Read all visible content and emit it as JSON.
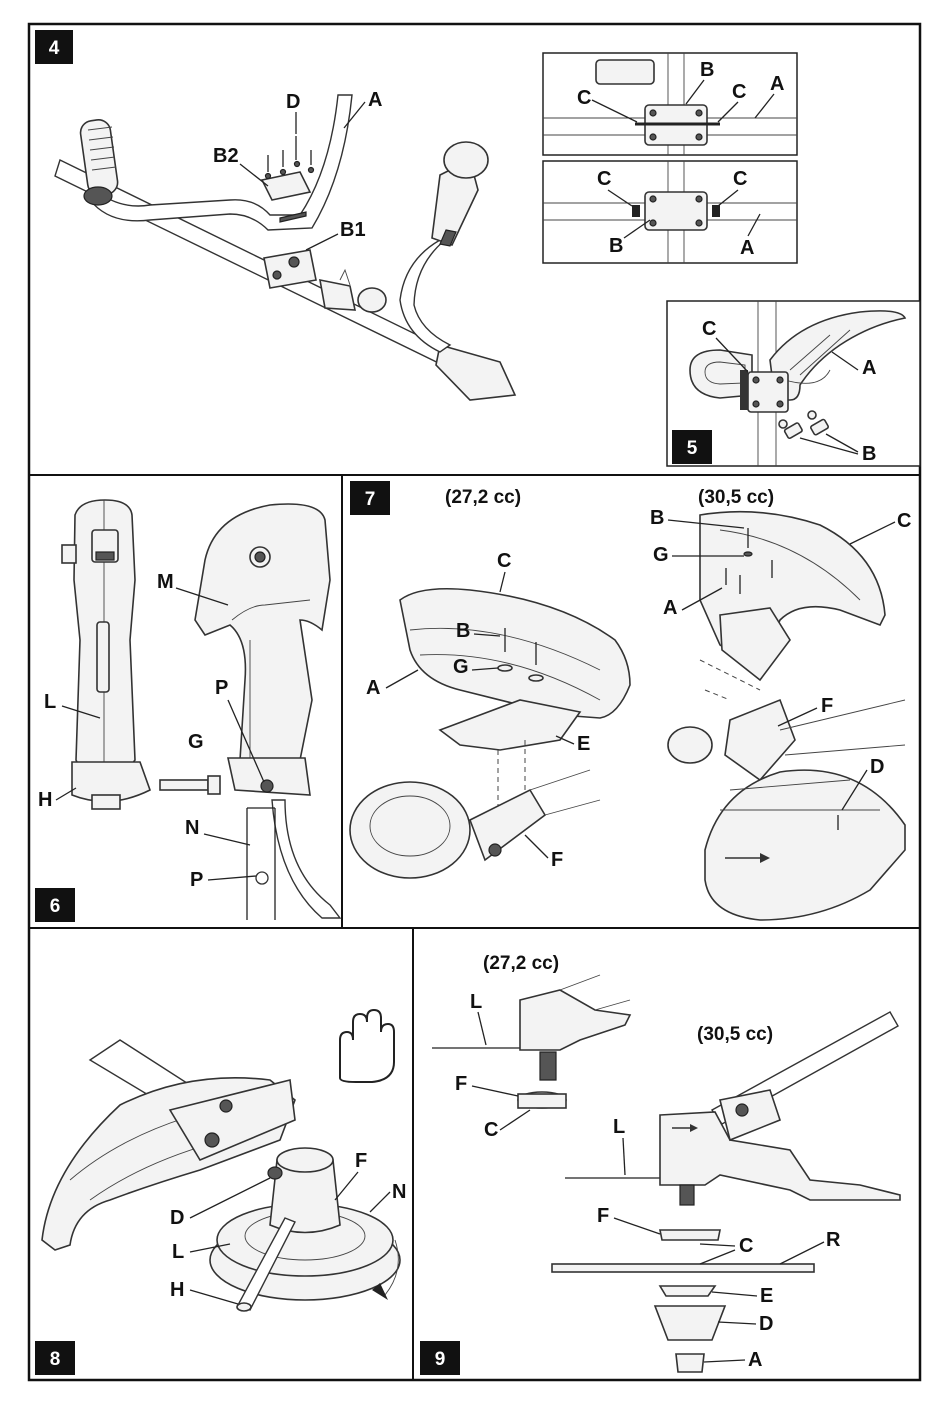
{
  "panels": {
    "p4": {
      "number": "4",
      "labels": [
        "D",
        "A",
        "B2",
        "B1"
      ],
      "detail_top": [
        "B",
        "C",
        "C",
        "A"
      ],
      "detail_bottom": [
        "C",
        "C",
        "B",
        "A"
      ]
    },
    "p5": {
      "number": "5",
      "labels": [
        "C",
        "A",
        "B"
      ]
    },
    "p6": {
      "number": "6",
      "labels": [
        "M",
        "L",
        "H",
        "P",
        "G",
        "N",
        "P"
      ]
    },
    "p7": {
      "number": "7",
      "left_caption": "(27,2 cc)",
      "right_caption": "(30,5 cc)",
      "left_labels": [
        "C",
        "B",
        "A",
        "G",
        "E",
        "F"
      ],
      "right_labels": [
        "B",
        "C",
        "G",
        "A",
        "F",
        "D"
      ]
    },
    "p8": {
      "number": "8",
      "labels": [
        "F",
        "N",
        "D",
        "L",
        "H"
      ]
    },
    "p9": {
      "number": "9",
      "left_caption": "(27,2 cc)",
      "right_caption": "(30,5 cc)",
      "left_labels": [
        "L",
        "F",
        "C"
      ],
      "right_labels": [
        "L",
        "F",
        "C",
        "R",
        "E",
        "D",
        "A"
      ]
    }
  }
}
